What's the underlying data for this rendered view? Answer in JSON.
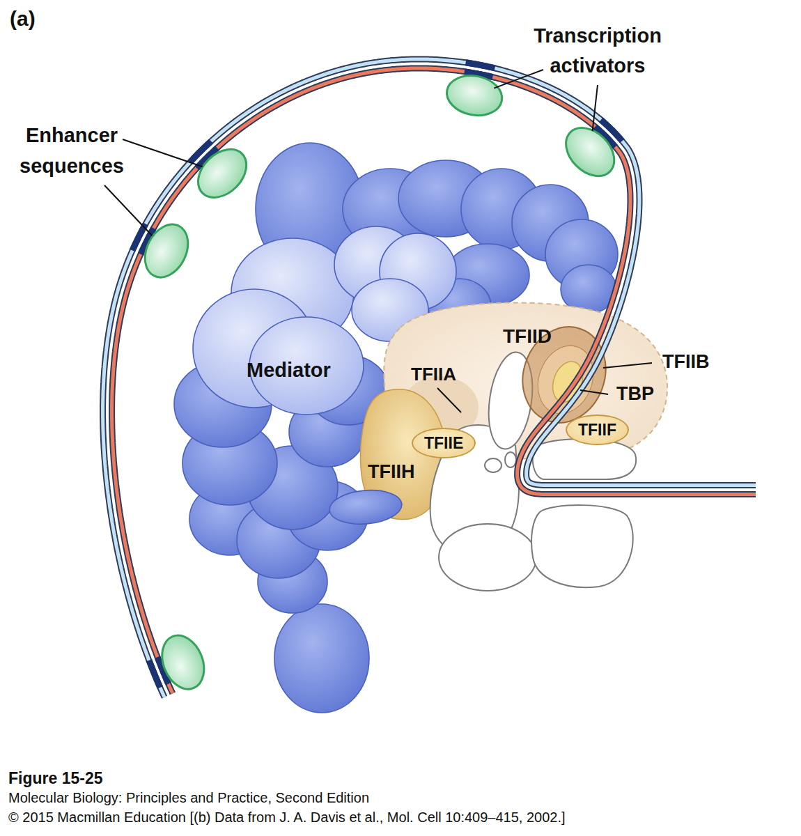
{
  "diagram": {
    "caption": "Figure 15-25",
    "nodes": [
      {
        "text": [
          "Mediator"
        ]
      },
      {
        "text": [
          "TFIID"
        ]
      },
      {
        "text": [
          "TFIIE"
        ]
      },
      {
        "text": [
          "TFIIF"
        ]
      },
      {
        "text": [
          "TFIIH"
        ]
      }
    ],
    "labels": [
      "(a)",
      "Transcription activators",
      "Enhancer sequences",
      "TFIIA",
      "TFIIB",
      "TBP",
      "Molecular Biology: Principles and Practice, Second Edition",
      "© 2015 Macmillan Education [(b) Data from J. A. Davis et al., Mol. Cell 10:409–415, 2002.]"
    ]
  }
}
